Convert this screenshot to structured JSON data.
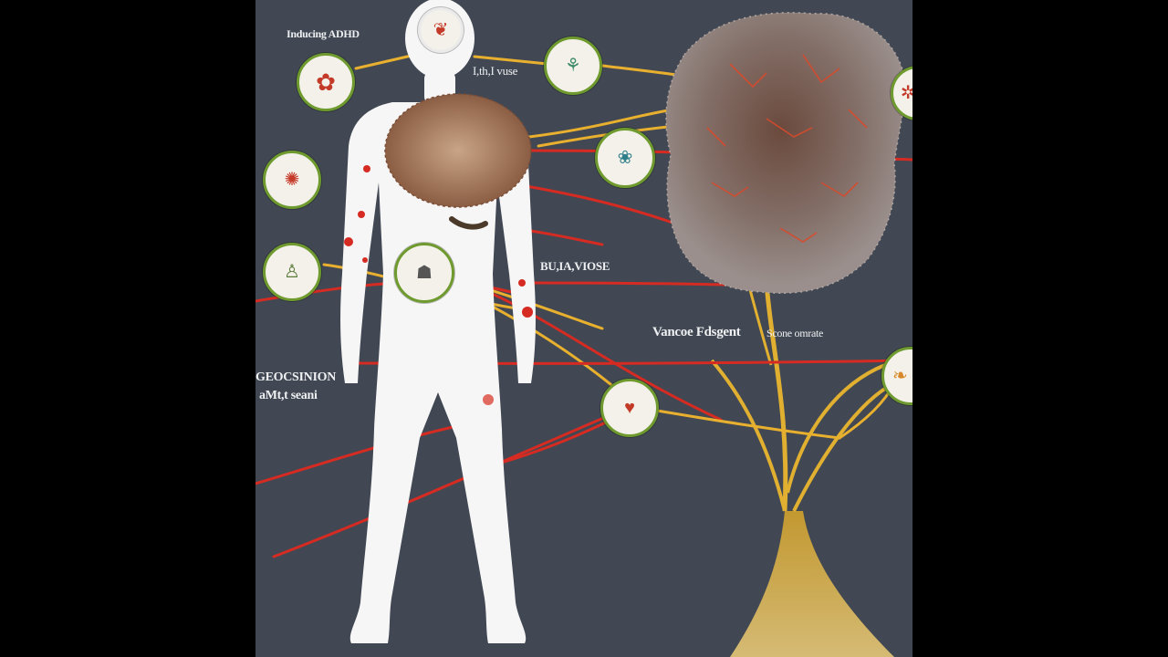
{
  "labels": {
    "top_left": "Inducing ADHD",
    "near_head": "I,th,I vuse",
    "mid_right": "BU,IA,VIOSE",
    "center_right_a": "Vancoe Fdsgent",
    "center_right_b": "Scone omrate",
    "left_a": "GEOCSINION",
    "left_b": "aMt,t seani"
  },
  "colors": {
    "background": "#414853",
    "letterbox": "#000000",
    "body": "#f6f6f6",
    "red_line": "#d52b22",
    "yellow_line": "#e8b02e",
    "node_ring": "#6e9a2e",
    "tree": "#e8b637"
  },
  "icons": {
    "head_node": "brain-icon",
    "node_a": "organ-icon",
    "node_b": "cell-icon",
    "node_c": "cell-icon",
    "node_d": "bacteria-icon",
    "node_e": "person-icon",
    "node_f": "lungs-icon",
    "node_g": "heart-icon",
    "node_h": "virus-icon",
    "node_i": "gut-icon"
  }
}
